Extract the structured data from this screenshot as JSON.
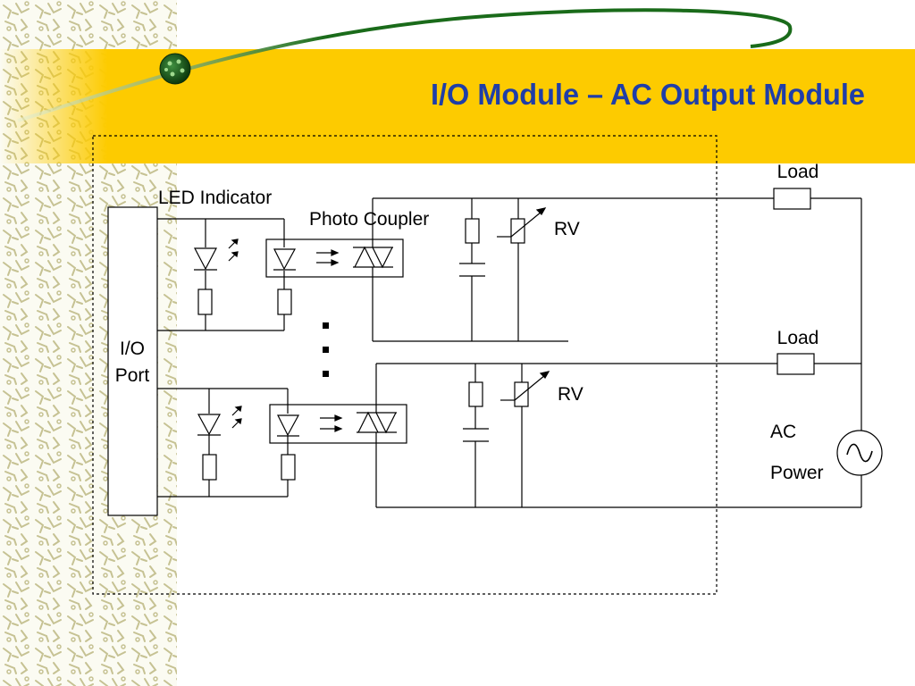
{
  "slide": {
    "title": "I/O Module – AC Output Module",
    "colors": {
      "band": "#fdcb00",
      "title": "#1f3ea8",
      "swoosh": "#1a6b1a",
      "border_pattern": "#c8c596"
    }
  },
  "diagram": {
    "labels": {
      "led_indicator": "LED Indicator",
      "photo_coupler": "Photo Coupler",
      "io_port_line1": "I/O",
      "io_port_line2": "Port",
      "rv_top": "RV",
      "rv_bottom": "RV",
      "load_top": "Load",
      "load_bottom": "Load",
      "ac_line1": "AC",
      "ac_line2": "Power"
    },
    "icons": [
      "led-diode-icon",
      "light-emission-arrows-icon",
      "resistor-icon",
      "triac-icon",
      "capacitor-icon",
      "varistor-icon",
      "ac-source-icon",
      "globe-icon"
    ]
  }
}
